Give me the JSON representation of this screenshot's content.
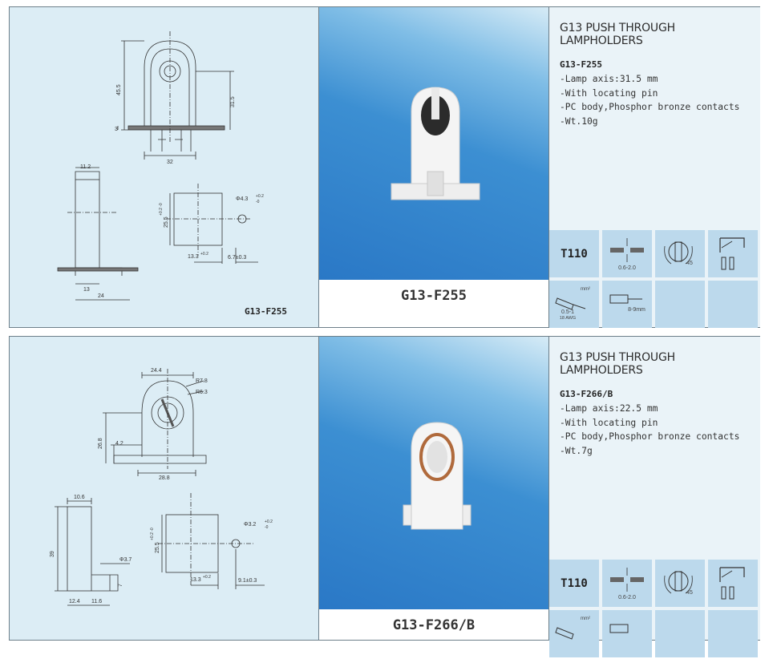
{
  "products": [
    {
      "heading": "G13 PUSH THROUGH LAMPHOLDERS",
      "model": "G13-F255",
      "features": [
        "-Lamp axis:31.5 mm",
        "-With locating pin",
        "-PC body,Phosphor bronze contacts",
        "-Wt.10g"
      ],
      "photo_caption": "G13-F255",
      "drawing_label": "G13-F255",
      "dims": {
        "h1": "45.5",
        "h2": "31.5",
        "h3": "3",
        "w1": "32",
        "w2": "11.2",
        "w3": "13",
        "w4": "24",
        "d1": "Φ4.3 ",
        "d1tol": "+0.2",
        "d1tol2": "-0",
        "h4": "25.5",
        "h4tol": "+0.2 -0",
        "w5": "13.3",
        "w5tol": "+0.2",
        "w6": "6.7±0.3"
      },
      "icons": {
        "t110": "T110",
        "panel_range": "0.6-2.0",
        "rotate": "45",
        "wire_gauge": "0.5-1",
        "wire_awg": "18 AWG",
        "strip_len": "8-9mm",
        "mm2": "mm²"
      }
    },
    {
      "heading": "G13 PUSH THROUGH LAMPHOLDERS",
      "model": "G13-F266/B",
      "features": [
        "-Lamp axis:22.5 mm",
        "-With locating pin",
        "-PC body,Phosphor bronze contacts",
        "-Wt.7g"
      ],
      "photo_caption": "G13-F266/B",
      "dims": {
        "w0": "24.4",
        "r1": "R7.8",
        "r2": "R6.3",
        "h1": "26.8",
        "h2": "4.2",
        "w1": "28.8",
        "w2": "10.6",
        "h3": "39",
        "d0": "Φ3.7",
        "h4": "7",
        "w3": "12.4",
        "w4": "11.6",
        "h5": "25.5",
        "h5tol": "+0.2 -0",
        "d1": "Φ3.2 ",
        "d1tol": "+0.2",
        "d1tol2": "-0",
        "w5": "13.3",
        "w5tol": "+0.2",
        "w6": "9.1±0.3"
      },
      "icons": {
        "t110": "T110",
        "panel_range": "0.6-2.0",
        "rotate": "45",
        "mm2": "mm²"
      }
    }
  ]
}
